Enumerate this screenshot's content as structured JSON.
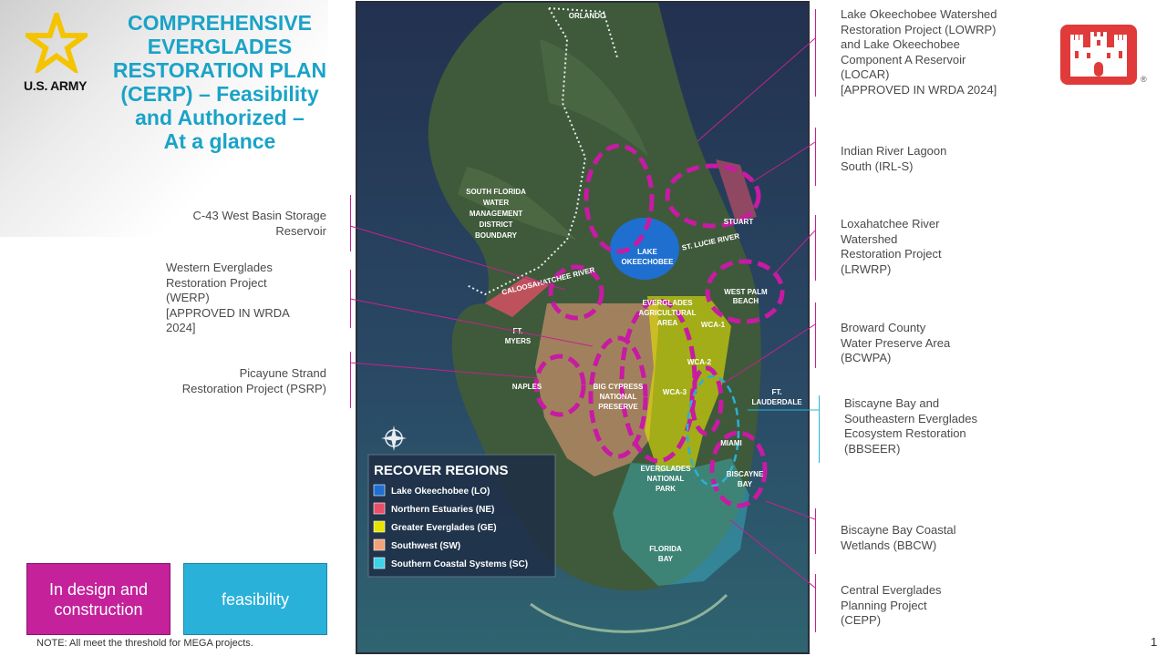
{
  "slide": {
    "title": "COMPREHENSIVE EVERGLADES RESTORATION PLAN (CERP) – Feasibility and Authorized – At a glance",
    "title_lines": [
      "COMPREHENSIVE",
      "EVERGLADES",
      "RESTORATION PLAN",
      "(CERP) – Feasibility",
      "and Authorized –",
      "At a glance"
    ],
    "army_logo_text": "U.S. ARMY",
    "usace_registered": "®",
    "note": "NOTE:  All meet the threshold for MEGA projects.",
    "page_number": "1"
  },
  "colors": {
    "title": "#1aa3c8",
    "design_construction": "#c4219b",
    "feasibility": "#29b1da",
    "bracket": "#c4218f",
    "usace_red": "#e03a3a",
    "army_star": "#f5c400"
  },
  "status_legend": {
    "design_construction": "In design and construction",
    "feasibility": "feasibility"
  },
  "left_labels": [
    {
      "lines": [
        "C-43 West Basin Storage",
        "Reservoir"
      ]
    },
    {
      "lines": [
        "Western Everglades",
        "Restoration Project",
        "(WERP)",
        "[APPROVED IN WRDA",
        "2024]"
      ]
    },
    {
      "lines": [
        "Picayune Strand",
        "Restoration Project (PSRP)"
      ]
    }
  ],
  "right_labels": [
    {
      "lines": [
        "Lake Okeechobee Watershed",
        "Restoration Project (LOWRP)",
        "and Lake Okeechobee",
        "Component A Reservoir",
        "(LOCAR)",
        "[APPROVED IN WRDA 2024]"
      ]
    },
    {
      "lines": [
        "Indian River Lagoon",
        "South (IRL-S)"
      ]
    },
    {
      "lines": [
        "Loxahatchee River",
        "Watershed",
        "Restoration Project",
        "(LRWRP)"
      ]
    },
    {
      "lines": [
        "Broward County",
        "Water Preserve Area",
        "(BCWPA)"
      ]
    },
    {
      "lines": [
        "Biscayne Bay and",
        "Southeastern Everglades",
        "Ecosystem Restoration",
        "(BBSEER)"
      ]
    },
    {
      "lines": [
        "Biscayne Bay Coastal",
        "Wetlands (BBCW)"
      ]
    },
    {
      "lines": [
        "Central Everglades",
        "Planning Project",
        "(CEPP)"
      ]
    }
  ],
  "map": {
    "place_labels": {
      "orlando": "ORLANDO",
      "sfwmd": [
        "SOUTH FLORIDA",
        "WATER",
        "MANAGEMENT",
        "DISTRICT",
        "BOUNDARY"
      ],
      "lake": [
        "LAKE",
        "OKEECHOBEE"
      ],
      "stuart": "STUART",
      "st_lucie": "ST. LUCIE RIVER",
      "caloosahatchee": "CALOOSAHATCHEE RIVER",
      "west_palm": [
        "WEST PALM",
        "BEACH"
      ],
      "eaa": [
        "EVERGLADES",
        "AGRICULTURAL",
        "AREA"
      ],
      "wca1": "WCA-1",
      "wca2": "WCA-2",
      "wca3": "WCA-3",
      "ft_myers": [
        "FT.",
        "MYERS"
      ],
      "naples": "NAPLES",
      "big_cypress": [
        "BIG CYPRESS",
        "NATIONAL",
        "PRESERVE"
      ],
      "ft_lauderdale": [
        "FT.",
        "LAUDERDALE"
      ],
      "miami": "MIAMI",
      "biscayne": [
        "BISCAYNE",
        "BAY"
      ],
      "enp": [
        "EVERGLADES",
        "NATIONAL",
        "PARK"
      ],
      "florida_bay": [
        "FLORIDA",
        "BAY"
      ]
    },
    "legend": {
      "title": "RECOVER REGIONS",
      "items": [
        {
          "label": "Lake Okeechobee (LO)",
          "color": "#1f6fd0"
        },
        {
          "label": "Northern Estuaries (NE)",
          "color": "#e8506a"
        },
        {
          "label": "Greater Everglades (GE)",
          "color": "#e7e400"
        },
        {
          "label": "Southwest (SW)",
          "color": "#f2a27a"
        },
        {
          "label": "Southern Coastal Systems (SC)",
          "color": "#3fd3e8"
        }
      ]
    }
  }
}
